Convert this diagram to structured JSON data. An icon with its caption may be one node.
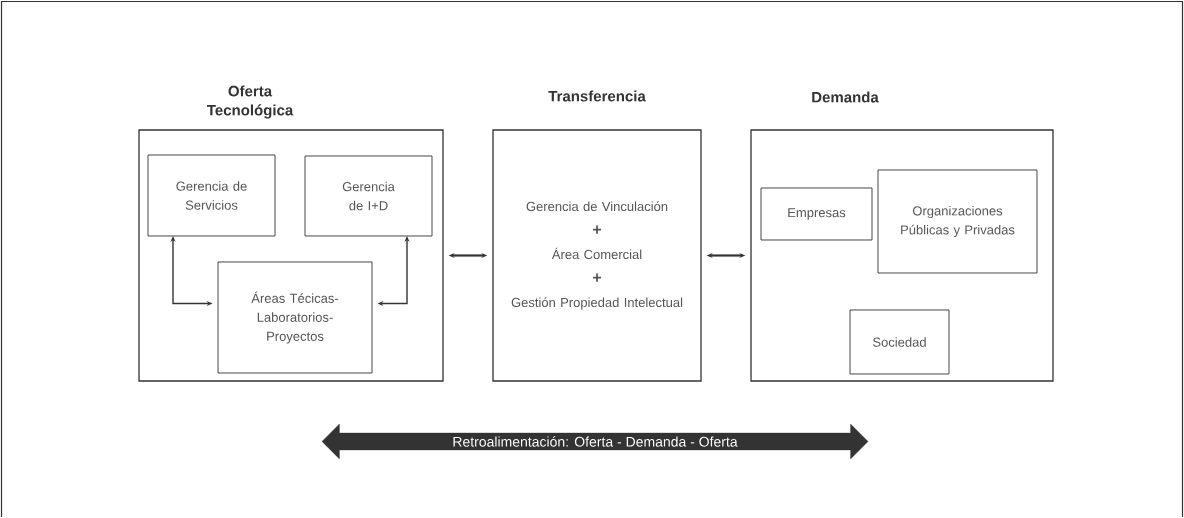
{
  "diagram": {
    "nodes": [
      {
        "text": [
          "Oferta Tecnológica"
        ]
      },
      {
        "text": [
          "Gerencia de Servicios"
        ],
        "in": 0
      },
      {
        "text": [
          "Gerencia de I+D"
        ],
        "in": 0
      },
      {
        "text": [
          "Áreas Técicas- Laboratorios- Proyectos"
        ],
        "in": 0
      },
      {
        "text": [
          "Transferencia",
          "Gerencia de Vinculación",
          "+",
          "Área Comercial",
          "+",
          "Gestión Propiedad Intelectual"
        ]
      },
      {
        "text": [
          "Demanda"
        ]
      },
      {
        "text": [
          "Empresas"
        ],
        "in": 5
      },
      {
        "text": [
          "Organizaciones Públicas y Privadas"
        ],
        "in": 5
      },
      {
        "text": [
          "Sociedad"
        ],
        "in": 5
      },
      {
        "text": [
          "Retroalimentación: Oferta - Demanda - Oferta"
        ]
      }
    ],
    "edges": [
      {
        "from": 1,
        "to": 3,
        "arrow": "both"
      },
      {
        "from": 2,
        "to": 3,
        "arrow": "both"
      },
      {
        "from": 0,
        "to": 4,
        "arrow": "both"
      },
      {
        "from": 4,
        "to": 5,
        "arrow": "both"
      }
    ]
  }
}
